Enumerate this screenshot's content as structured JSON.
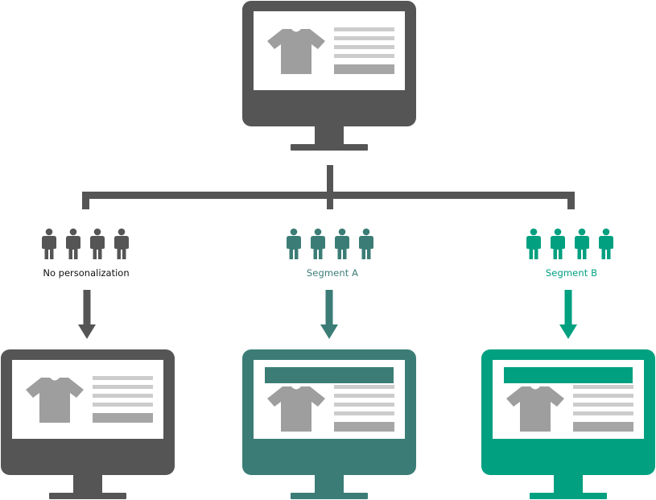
{
  "colors": {
    "dark": "#555555",
    "segment_a": "#3b7d76",
    "segment_b": "#00a080",
    "screen": "#ffffff",
    "shirt": "#9e9e9e",
    "text_line": "#cccccc",
    "button": "#a6a6a6"
  },
  "icons": {
    "monitor": "monitor-icon",
    "shirt": "tshirt-icon",
    "person": "person-icon",
    "arrow": "arrow-down-icon"
  },
  "segments": [
    {
      "id": "none",
      "label": "No personalization",
      "color": "#555555",
      "people": 4,
      "banner": false
    },
    {
      "id": "a",
      "label": "Segment A",
      "color": "#3b7d76",
      "people": 4,
      "banner": true
    },
    {
      "id": "b",
      "label": "Segment B",
      "color": "#00a080",
      "people": 4,
      "banner": true
    }
  ]
}
